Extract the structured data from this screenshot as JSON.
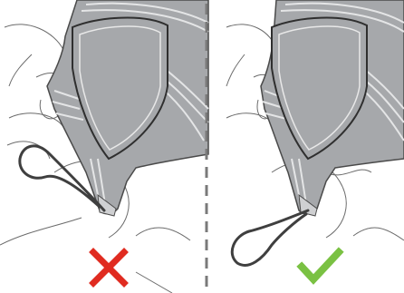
{
  "panels": [
    {
      "id": "incorrect",
      "verdict": "incorrect",
      "icon": "cross-icon",
      "mark_color": "#e02b20"
    },
    {
      "id": "correct",
      "verdict": "correct",
      "icon": "check-icon",
      "mark_color": "#7ac143"
    }
  ],
  "colors": {
    "line": "#555555",
    "device_fill": "#a6a8ab",
    "device_light": "#d8d9db",
    "device_stroke": "#4a4a4a",
    "divider": "#7a7a7a",
    "wire": "#4d4d4d"
  }
}
